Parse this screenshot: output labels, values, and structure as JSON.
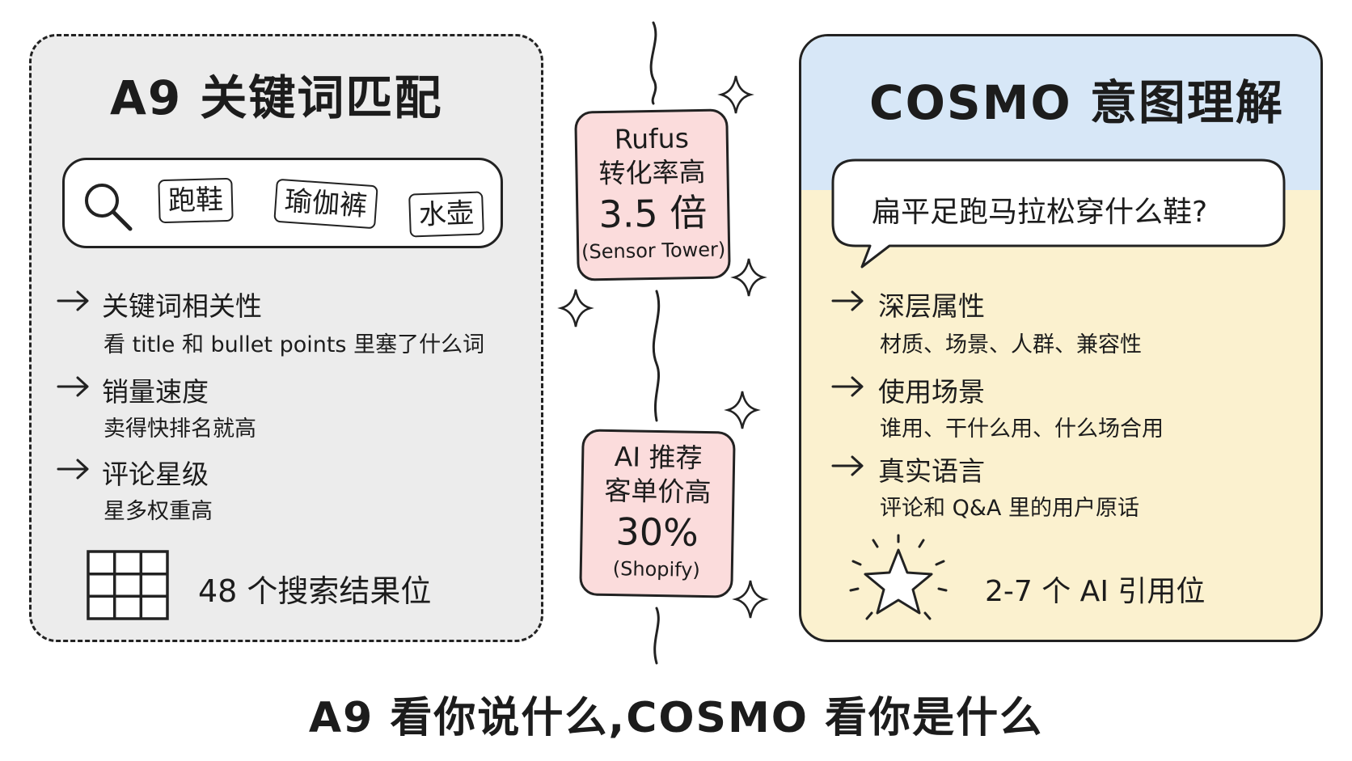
{
  "a9": {
    "title": "A9 关键词匹配",
    "search_tags": [
      "跑鞋",
      "瑜伽裤",
      "水壶"
    ],
    "items": [
      {
        "head": "关键词相关性",
        "sub": "看 title 和 bullet points 里塞了什么词"
      },
      {
        "head": "销量速度",
        "sub": "卖得快排名就高"
      },
      {
        "head": "评论星级",
        "sub": "星多权重高"
      }
    ],
    "slots": "48 个搜索结果位"
  },
  "middle": {
    "stat1": {
      "line1": "Rufus",
      "line2": "转化率高",
      "value": "3.5 倍",
      "source": "(Sensor Tower)"
    },
    "stat2": {
      "line1": "AI 推荐",
      "line2": "客单价高",
      "value": "30%",
      "source": "(Shopify)"
    }
  },
  "cosmo": {
    "title": "COSMO 意图理解",
    "query": "扁平足跑马拉松穿什么鞋?",
    "items": [
      {
        "head": "深层属性",
        "sub": "材质、场景、人群、兼容性"
      },
      {
        "head": "使用场景",
        "sub": "谁用、干什么用、什么场合用"
      },
      {
        "head": "真实语言",
        "sub": "评论和 Q&A 里的用户原话"
      }
    ],
    "slots": "2-7 个 AI 引用位"
  },
  "bottom": {
    "tagline": "A9 看你说什么,COSMO 看你是什么"
  },
  "colors": {
    "a9_panel": "#ececec",
    "cosmo_top": "#d7e7f7",
    "cosmo_body": "#fbf1cf",
    "stat_box": "#fbdcdc",
    "ink": "#1c1c1c"
  }
}
